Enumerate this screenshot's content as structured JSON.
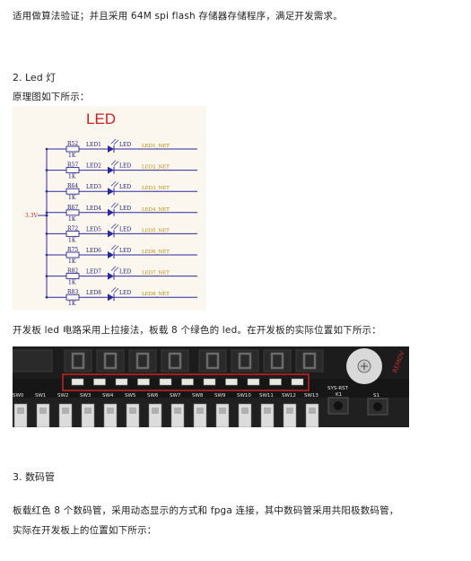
{
  "paragraphs": {
    "p1": "适用做算法验证；并且采用 64M spi flash 存储器存储程序，满足开发需求。",
    "h2": "2.  Led 灯",
    "p2": "原理图如下所示：",
    "p3": "开发板 led 电路采用上拉接法，板载 8 个绿色的 led。在开发板的实际位置如下所示：",
    "h3": "3.  数码管",
    "p4": "板载红色 8 个数码管，采用动态显示的方式和 fpga 连接，其中数码管采用共阳极数码管，",
    "p5": "实际在开发板上的位置如下所示："
  },
  "schematic": {
    "title": "LED",
    "supply": "3.3V",
    "rows": [
      {
        "res": "R52",
        "val": "1K",
        "led": "LED1",
        "net": "LED1_NET"
      },
      {
        "res": "R57",
        "val": "1K",
        "led": "LED2",
        "net": "LED2_NET"
      },
      {
        "res": "R64",
        "val": "1K",
        "led": "LED3",
        "net": "LED3_NET"
      },
      {
        "res": "R67",
        "val": "1K",
        "led": "LED4",
        "net": "LED4_NET"
      },
      {
        "res": "R72",
        "val": "1K",
        "led": "LED5",
        "net": "LED5_NET"
      },
      {
        "res": "R75",
        "val": "1K",
        "led": "LED6",
        "net": "LED6_NET"
      },
      {
        "res": "R82",
        "val": "1K",
        "led": "LED7",
        "net": "LED7_NET"
      },
      {
        "res": "R83",
        "val": "1K",
        "led": "LED8",
        "net": "LED8_NET"
      }
    ],
    "led_pin_label": "LED"
  },
  "photo": {
    "switch_labels": [
      "SW0",
      "SW1",
      "SW2",
      "SW3",
      "SW4",
      "SW5",
      "SW6",
      "SW7",
      "SW8",
      "SW9",
      "SW10",
      "SW11",
      "SW12",
      "SW13"
    ],
    "reset_label": "SYS-RST",
    "reset_ref": "K1",
    "extra_label": "S1",
    "buzzer_label": "REMOV"
  }
}
